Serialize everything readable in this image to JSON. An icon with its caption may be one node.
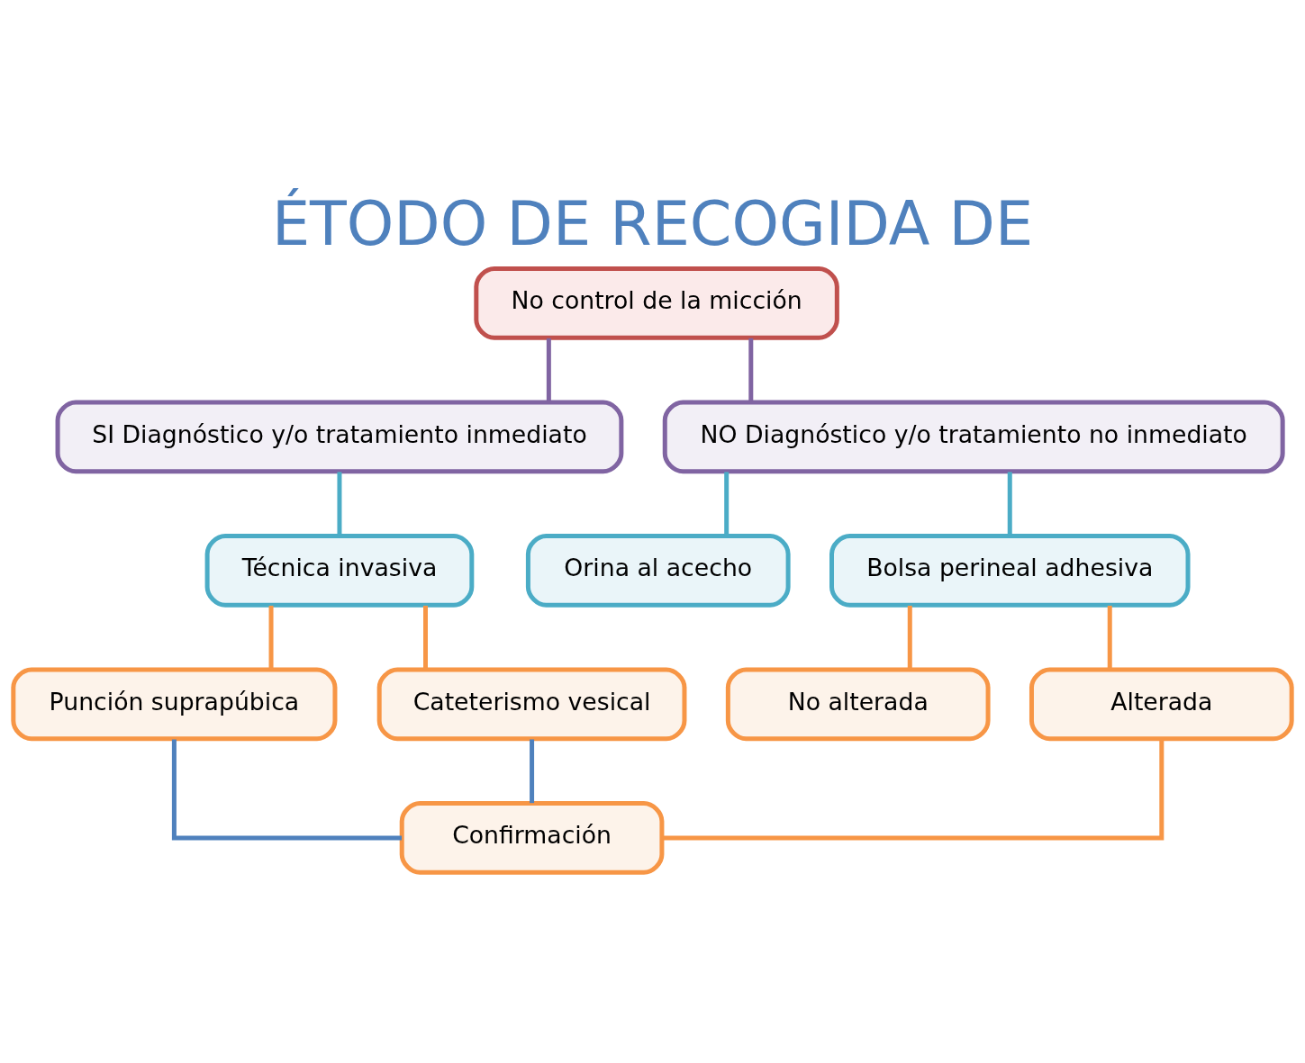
{
  "diagram": {
    "title": "ÉTODO DE RECOGIDA DE",
    "nodes": [
      {
        "text": [
          "No control de la micción"
        ]
      },
      {
        "text": [
          "SI Diagnóstico y/o tratamiento inmediato"
        ]
      },
      {
        "text": [
          "NO Diagnóstico y/o tratamiento no inmediato"
        ]
      },
      {
        "text": [
          "Técnica invasiva"
        ]
      },
      {
        "text": [
          "Orina al acecho"
        ]
      },
      {
        "text": [
          "Bolsa perineal adhesiva"
        ]
      },
      {
        "text": [
          "Punción suprapúbica"
        ]
      },
      {
        "text": [
          "Cateterismo vesical"
        ]
      },
      {
        "text": [
          "No alterada"
        ]
      },
      {
        "text": [
          "Alterada"
        ]
      },
      {
        "text": [
          "Confirmación"
        ]
      }
    ],
    "edges": [
      {
        "from": 0,
        "to": 1,
        "arrow": "none",
        "color": "#8064a2"
      },
      {
        "from": 0,
        "to": 2,
        "arrow": "none",
        "color": "#8064a2"
      },
      {
        "from": 1,
        "to": 3,
        "arrow": "none",
        "color": "#4bacc6"
      },
      {
        "from": 2,
        "to": 4,
        "arrow": "none",
        "color": "#4bacc6"
      },
      {
        "from": 2,
        "to": 5,
        "arrow": "none",
        "color": "#4bacc6"
      },
      {
        "from": 3,
        "to": 6,
        "arrow": "none"
      },
      {
        "from": 3,
        "to": 7,
        "arrow": "none"
      },
      {
        "from": 5,
        "to": 8,
        "arrow": "none"
      },
      {
        "from": 5,
        "to": 9,
        "arrow": "none"
      },
      {
        "from": 9,
        "to": 10,
        "arrow": "none"
      },
      {
        "from": 6,
        "to": 10,
        "arrow": "none",
        "color": "#4f81bd"
      },
      {
        "from": 7,
        "to": 10,
        "arrow": "none",
        "color": "#4f81bd"
      }
    ]
  }
}
